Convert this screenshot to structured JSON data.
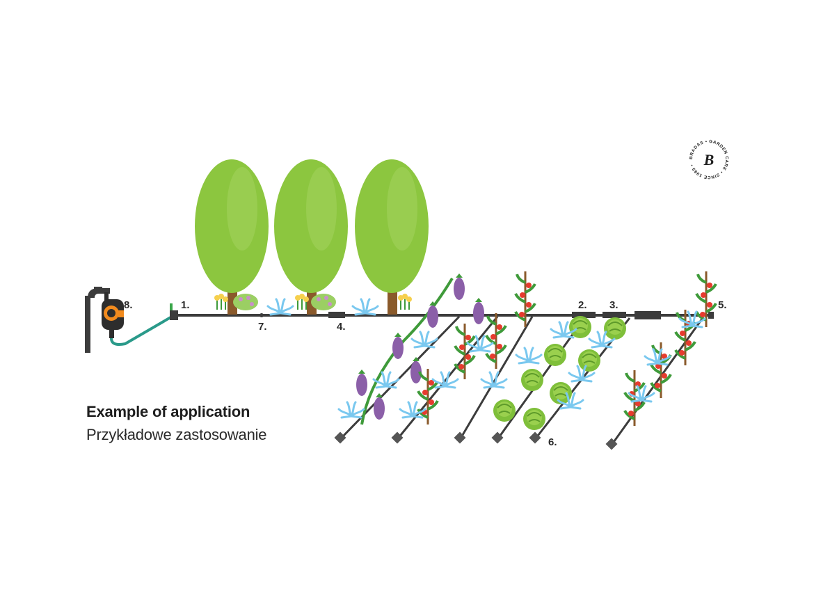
{
  "labels": {
    "n1": "1.",
    "n2": "2.",
    "n3": "3.",
    "n4": "4.",
    "n5": "5.",
    "n6": "6.",
    "n7": "7.",
    "n8": "8."
  },
  "caption": {
    "title": "Example of application",
    "subtitle": "Przykładowe zastosowanie"
  },
  "logo": {
    "letter": "B",
    "ring_text": "BRADAS • GARDEN CARE • SINCE 1989 •"
  },
  "colors": {
    "pipe": "#3c3c3c",
    "hose": "#2a9a8a",
    "tree_light": "#8cc63f",
    "tree_dark": "#6aa532",
    "trunk": "#8a5a2b",
    "water": "#7ac8ef",
    "eggplant": "#8b5fa8",
    "tomato": "#e63b2e",
    "cabbage": "#8cc63f",
    "timer": "#2d2d2d",
    "timer_accent": "#f28b1e"
  }
}
